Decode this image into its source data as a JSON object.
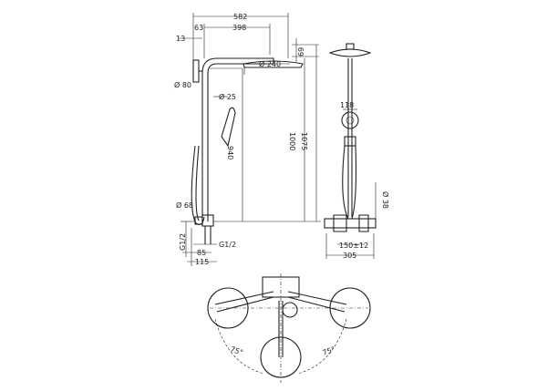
{
  "dimensions": {
    "d582": "582",
    "d398": "398",
    "d63": "63",
    "d13": "13",
    "d69": "69",
    "d240": "Ø 240",
    "d80": "Ø 80",
    "d25": "Ø 25",
    "d940": "940",
    "d1000": "1000",
    "d1075": "1075",
    "d68": "Ø 68",
    "g12v": "G1/2",
    "g12": "G1/2",
    "d85": "85",
    "d115": "115",
    "d118": "118",
    "d38": "Ø 38",
    "d150": "150±12",
    "d305": "305",
    "a75l": "75°",
    "a75r": "75°"
  }
}
